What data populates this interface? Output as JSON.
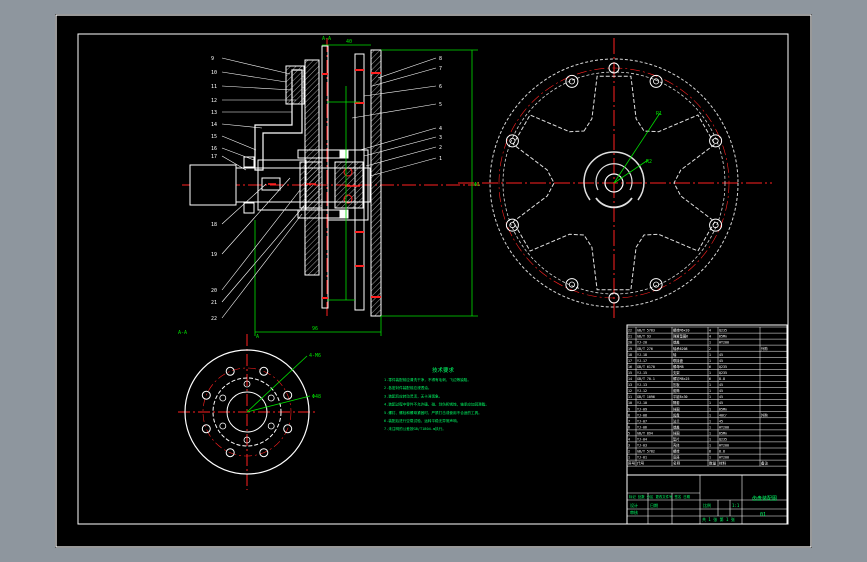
{
  "colors": {
    "bezel": "#8e969e",
    "paper": "#000000",
    "frame": "#ffffff",
    "dim": "#00e000",
    "center": "#ff2020",
    "part": "#ffffff",
    "hatch": "#c8c8c8",
    "label": "#ffffff",
    "gear": "#cfcfcf",
    "title_text": "#00ff66"
  },
  "left_callouts": [
    "9",
    "10",
    "11",
    "12",
    "13",
    "14",
    "15",
    "16",
    "17",
    "18",
    "19",
    "20",
    "21",
    "22"
  ],
  "right_callouts": [
    "8",
    "7",
    "6",
    "5",
    "4",
    "3",
    "2",
    "1"
  ],
  "dims": {
    "overall_height": "Φ1",
    "top_width": "40",
    "bottom_width": "96",
    "top_label": "A-A",
    "view_label": "A",
    "bottom_left": "A-A",
    "radial_1": "R1",
    "radial_2": "R2",
    "small_flange_1": "4-M6",
    "small_flange_2": "Φ48"
  },
  "notes": {
    "title": "技术要求",
    "lines": [
      "1.零件装配前应清洗干净，不得有毛刺、飞边等缺陷。",
      "2.各密封件装配前应浸透油。",
      "3.装配后应转动灵活，无卡滞现象。",
      "4.装配过程中零件不允许磕、碰、划伤和锈蚀，轴承应加润滑脂。",
      "5.螺钉、螺栓和螺母紧固时，严禁打击或使用不合适的工具。",
      "6.装配后进行空载试验，运转平稳无异常声响。",
      "7.未注明的公差按GB/T1804-m执行。"
    ]
  },
  "bom": {
    "rows": [
      [
        "22",
        "GB/T 5783",
        "螺栓M6×20",
        "4",
        "Q235",
        ""
      ],
      [
        "21",
        "GB/T 93",
        "弹簧垫圈6",
        "4",
        "65Mn",
        ""
      ],
      [
        "20",
        "YJ-20",
        "端盖",
        "1",
        "HT200",
        ""
      ],
      [
        "19",
        "GB/T 276",
        "轴承6208",
        "2",
        "",
        "外购"
      ],
      [
        "18",
        "YJ-18",
        "轴",
        "1",
        "45",
        ""
      ],
      [
        "17",
        "YJ-17",
        "联接盘",
        "1",
        "45",
        ""
      ],
      [
        "16",
        "GB/T 6170",
        "螺母M8",
        "6",
        "Q235",
        ""
      ],
      [
        "15",
        "YJ-15",
        "支架",
        "1",
        "Q235",
        ""
      ],
      [
        "14",
        "GB/T 70.1",
        "螺钉M8×25",
        "6",
        "8.8",
        ""
      ],
      [
        "13",
        "YJ-13",
        "压板",
        "1",
        "45",
        ""
      ],
      [
        "12",
        "YJ-12",
        "套筒",
        "1",
        "45",
        ""
      ],
      [
        "11",
        "GB/T 1096",
        "平键8×30",
        "1",
        "45",
        ""
      ],
      [
        "10",
        "YJ-10",
        "隔套",
        "1",
        "45",
        ""
      ],
      [
        "9",
        "YJ-09",
        "挡圈",
        "1",
        "65Mn",
        ""
      ],
      [
        "8",
        "YJ-08",
        "齿盘",
        "1",
        "40Cr",
        "外购"
      ],
      [
        "7",
        "YJ-07",
        "法兰",
        "1",
        "45",
        ""
      ],
      [
        "6",
        "YJ-06",
        "端盖",
        "1",
        "HT200",
        ""
      ],
      [
        "5",
        "GB/T 894",
        "挡圈",
        "1",
        "65Mn",
        ""
      ],
      [
        "4",
        "YJ-04",
        "垫片",
        "1",
        "Q235",
        ""
      ],
      [
        "3",
        "YJ-03",
        "壳体",
        "1",
        "HT200",
        ""
      ],
      [
        "2",
        "GB/T 5782",
        "螺栓",
        "8",
        "8.8",
        ""
      ],
      [
        "1",
        "YJ-01",
        "底座",
        "1",
        "HT200",
        ""
      ]
    ],
    "header": [
      "序号",
      "代号",
      "名称",
      "数量",
      "材料",
      "备注"
    ]
  },
  "title_block": {
    "drawing_name": "齿盘装配图",
    "drawing_no": "01",
    "scale_label": "比例",
    "scale": "1:1",
    "sheet_label": "共 1 张  第 1 张",
    "designer_label": "设计",
    "checker_label": "审核",
    "date_label": "日期",
    "org": "标记 处数 分区 更改文件号 签名 日期"
  }
}
